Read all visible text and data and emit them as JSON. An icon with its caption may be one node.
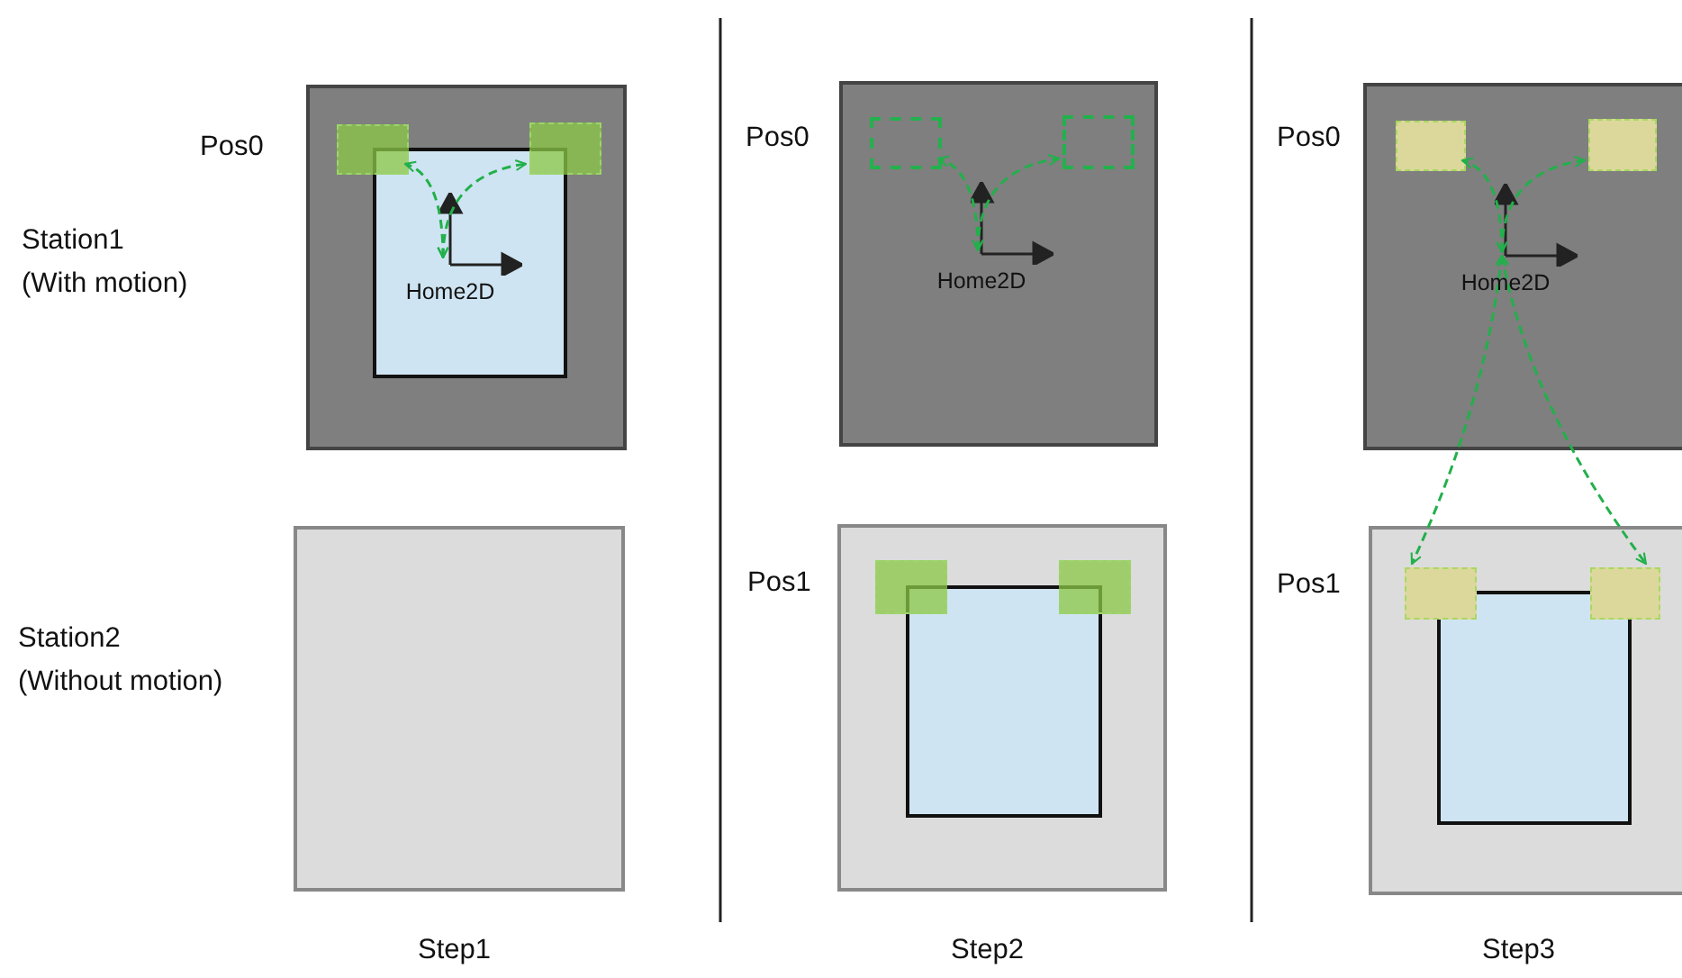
{
  "diagram": {
    "nodes": [
      {
        "text": [],
        "shape": "box"
      },
      {
        "text": [],
        "shape": "box",
        "in": 0
      },
      {
        "text": [],
        "shape": "box",
        "in": 0
      },
      {
        "text": [],
        "shape": "box",
        "in": 0
      },
      {
        "text": [
          "Home2D"
        ],
        "in": 1
      },
      {
        "text": [],
        "shape": "box"
      },
      {
        "text": [],
        "shape": "box"
      },
      {
        "text": [],
        "shape": "box",
        "in": 6
      },
      {
        "text": [],
        "shape": "box",
        "in": 6
      },
      {
        "text": [
          "Home2D"
        ],
        "in": 6
      },
      {
        "text": [],
        "shape": "box"
      },
      {
        "text": [],
        "shape": "box",
        "in": 10
      },
      {
        "text": [],
        "shape": "box",
        "in": 10
      },
      {
        "text": [],
        "shape": "box",
        "in": 10
      },
      {
        "text": [],
        "shape": "box"
      },
      {
        "text": [],
        "shape": "box",
        "in": 14
      },
      {
        "text": [],
        "shape": "box",
        "in": 14
      },
      {
        "text": [
          "Home2D"
        ],
        "in": 14
      },
      {
        "text": [],
        "shape": "box"
      },
      {
        "text": [],
        "shape": "box",
        "in": 18
      },
      {
        "text": [],
        "shape": "box",
        "in": 18
      },
      {
        "text": [],
        "shape": "box",
        "in": 18
      }
    ],
    "edges": [
      {
        "from": 4,
        "to": 2,
        "arrow": "both",
        "style": "dashed"
      },
      {
        "from": 4,
        "to": 3,
        "arrow": "both",
        "style": "dashed"
      },
      {
        "from": 9,
        "to": 7,
        "arrow": "both",
        "style": "dashed"
      },
      {
        "from": 9,
        "to": 8,
        "arrow": "both",
        "style": "dashed"
      },
      {
        "from": 17,
        "to": 15,
        "arrow": "both",
        "style": "dashed"
      },
      {
        "from": 17,
        "to": 16,
        "arrow": "both",
        "style": "dashed"
      },
      {
        "from": 17,
        "to": 20,
        "arrow": "both",
        "style": "dashed"
      },
      {
        "from": 17,
        "to": 21,
        "arrow": "both",
        "style": "dashed"
      }
    ],
    "labels": [
      "Pos0",
      "Pos0",
      "Pos0",
      "Station1 (With motion)",
      "Pos1",
      "Pos1",
      "Station2 (Without motion)",
      "Step1",
      "Step2",
      "Step3"
    ]
  }
}
